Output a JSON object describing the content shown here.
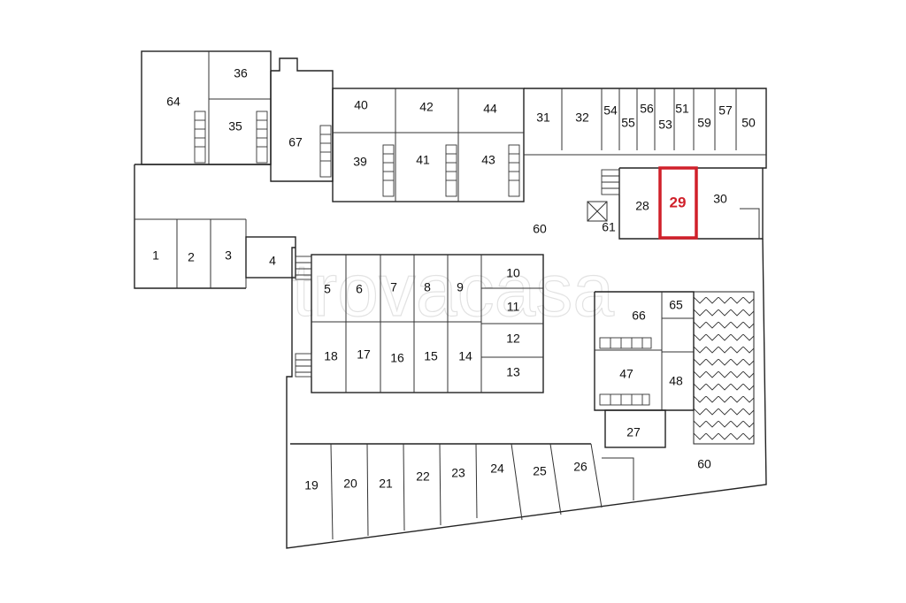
{
  "highlight": {
    "unit": "29",
    "color": "#d0202a"
  },
  "watermark": "trovacasa",
  "units": [
    {
      "label": "64"
    },
    {
      "label": "36"
    },
    {
      "label": "35"
    },
    {
      "label": "67"
    },
    {
      "label": "40"
    },
    {
      "label": "42"
    },
    {
      "label": "44"
    },
    {
      "label": "39"
    },
    {
      "label": "41"
    },
    {
      "label": "43"
    },
    {
      "label": "31"
    },
    {
      "label": "32"
    },
    {
      "label": "54"
    },
    {
      "label": "55"
    },
    {
      "label": "56"
    },
    {
      "label": "53"
    },
    {
      "label": "51"
    },
    {
      "label": "59"
    },
    {
      "label": "57"
    },
    {
      "label": "50"
    },
    {
      "label": "28"
    },
    {
      "label": "29"
    },
    {
      "label": "30"
    },
    {
      "label": "61"
    },
    {
      "label": "60"
    },
    {
      "label": "1"
    },
    {
      "label": "2"
    },
    {
      "label": "3"
    },
    {
      "label": "4"
    },
    {
      "label": "5"
    },
    {
      "label": "6"
    },
    {
      "label": "7"
    },
    {
      "label": "8"
    },
    {
      "label": "9"
    },
    {
      "label": "10"
    },
    {
      "label": "11"
    },
    {
      "label": "12"
    },
    {
      "label": "13"
    },
    {
      "label": "18"
    },
    {
      "label": "17"
    },
    {
      "label": "16"
    },
    {
      "label": "15"
    },
    {
      "label": "14"
    },
    {
      "label": "66"
    },
    {
      "label": "65"
    },
    {
      "label": "47"
    },
    {
      "label": "48"
    },
    {
      "label": "27"
    },
    {
      "label": "60"
    },
    {
      "label": "19"
    },
    {
      "label": "20"
    },
    {
      "label": "21"
    },
    {
      "label": "22"
    },
    {
      "label": "23"
    },
    {
      "label": "24"
    },
    {
      "label": "25"
    },
    {
      "label": "26"
    }
  ]
}
